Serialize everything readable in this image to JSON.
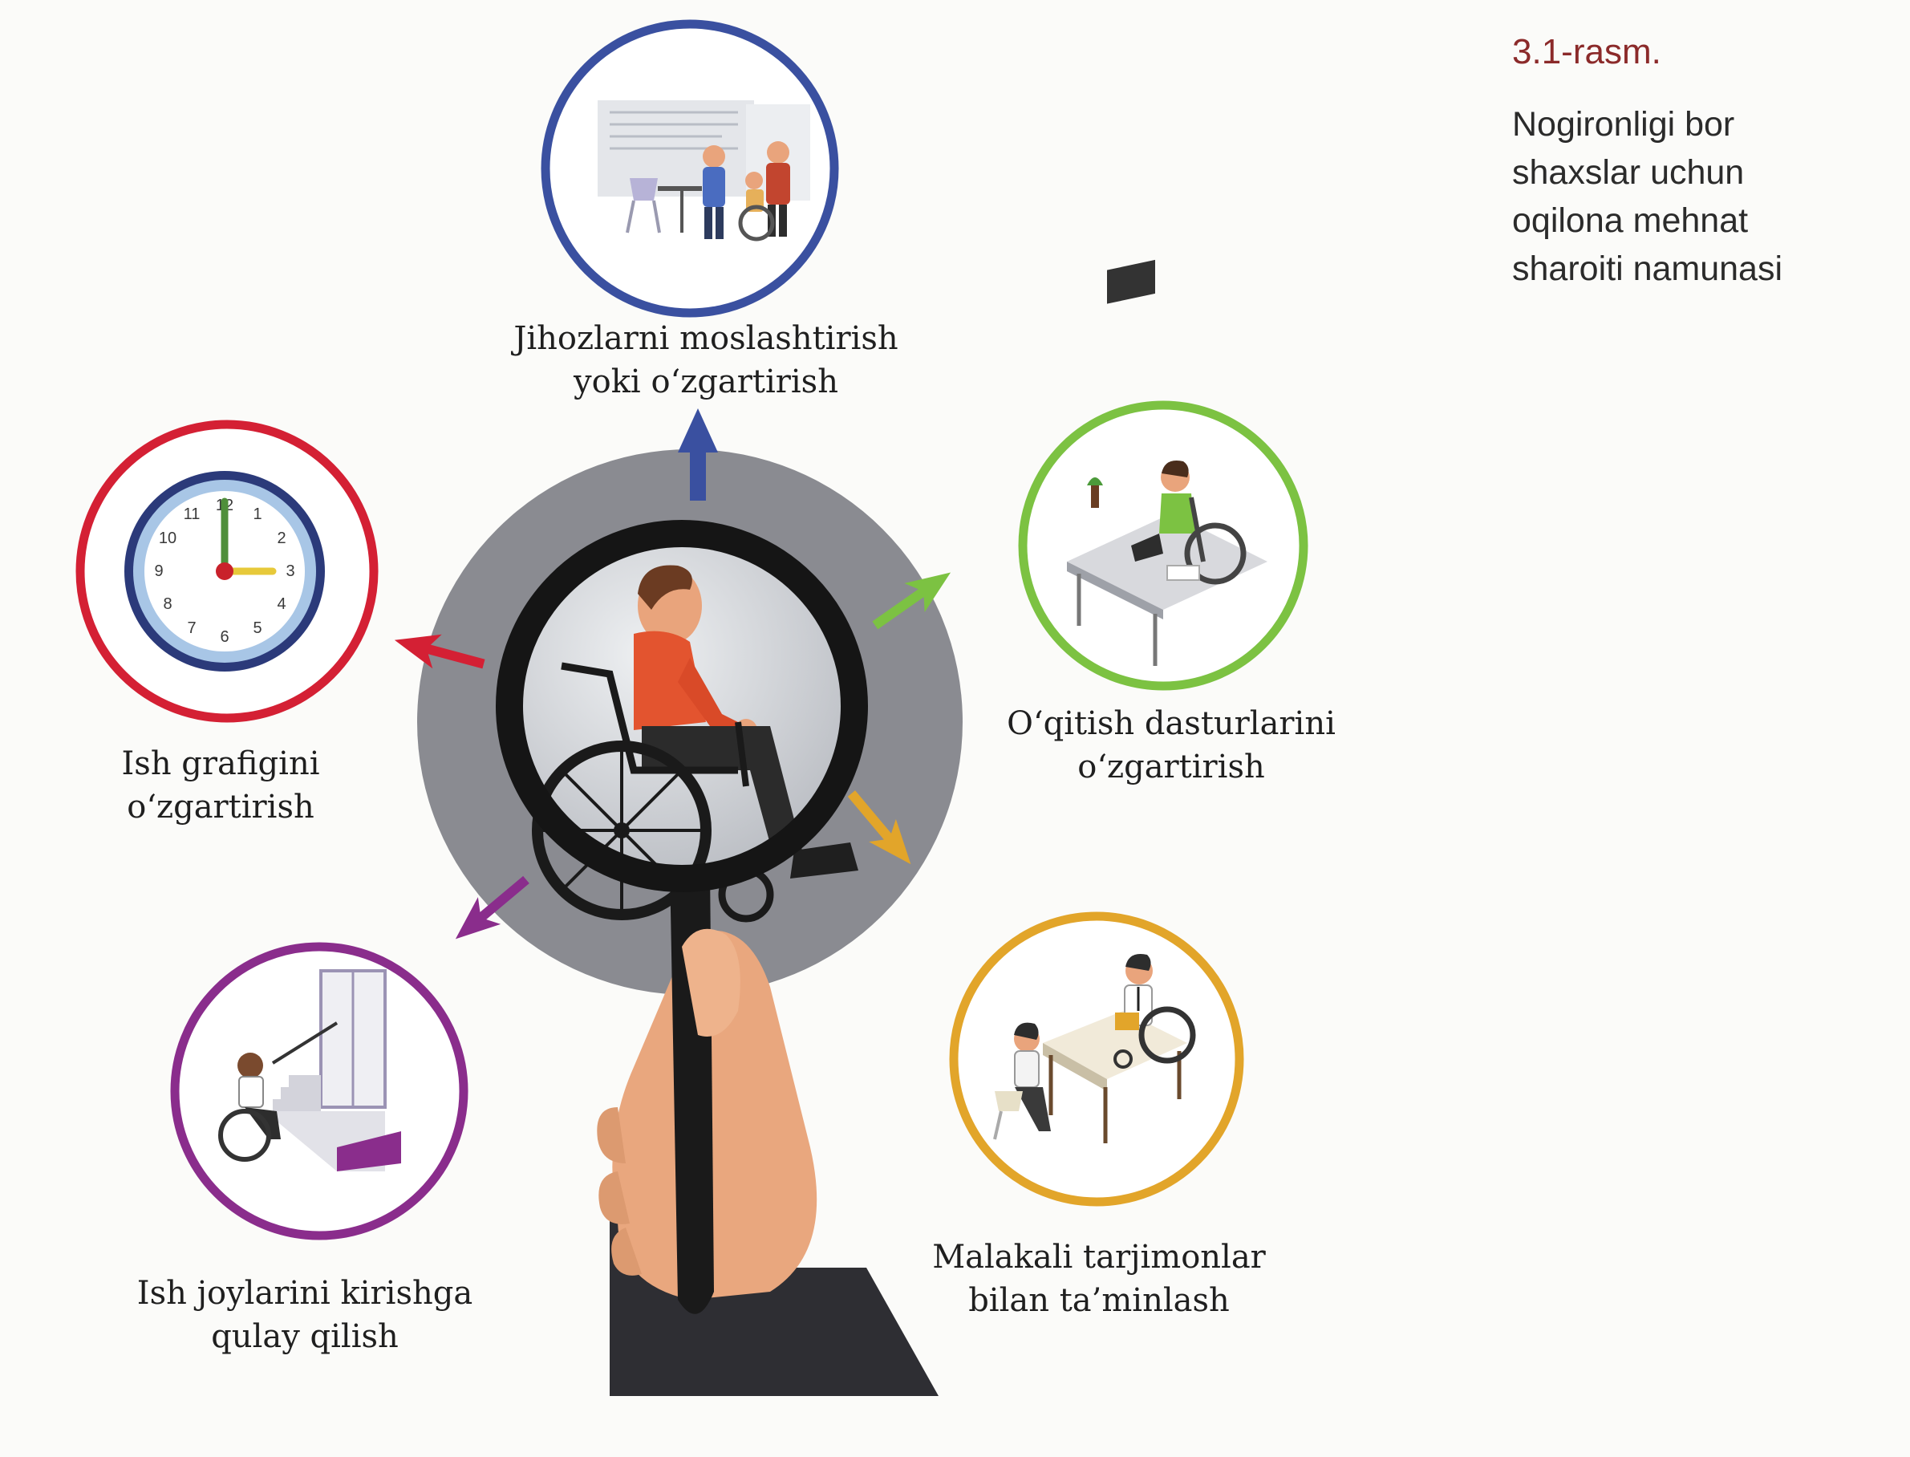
{
  "caption": {
    "figure_number": "3.1-rasm.",
    "lines": [
      "Nogironligi bor",
      "shaxslar uchun",
      "oqilona mehnat",
      "sharoiti namunasi"
    ]
  },
  "center": {
    "icon": "magnifier-with-wheelchair-user-icon",
    "background_color": "#8a8b91"
  },
  "nodes": {
    "equipment": {
      "lines": [
        "Jihozlarni moslashtirish",
        "yoki o‘zgartirish"
      ],
      "color": "#3a50a0",
      "icon": "office-team-wheelchair-icon"
    },
    "training": {
      "lines": [
        "O‘qitish dasturlarini",
        "o‘zgartirish"
      ],
      "color": "#7cc242",
      "icon": "desk-worker-wheelchair-icon"
    },
    "interpreters": {
      "lines": [
        "Malakali tarjimonlar",
        "bilan ta’minlash"
      ],
      "color": "#e2a52a",
      "icon": "meeting-wheelchair-icon"
    },
    "accessibility": {
      "lines": [
        "Ish joylarini kirishga",
        "qulay qilish"
      ],
      "color": "#8a2d8c",
      "icon": "ramp-wheelchair-icon"
    },
    "schedule": {
      "lines": [
        "Ish grafigini",
        "o‘zgartirish"
      ],
      "color": "#d42034",
      "icon": "clock-icon",
      "clock_numbers": [
        "12",
        "1",
        "2",
        "3",
        "4",
        "5",
        "6",
        "7",
        "8",
        "9",
        "10",
        "11"
      ]
    }
  }
}
